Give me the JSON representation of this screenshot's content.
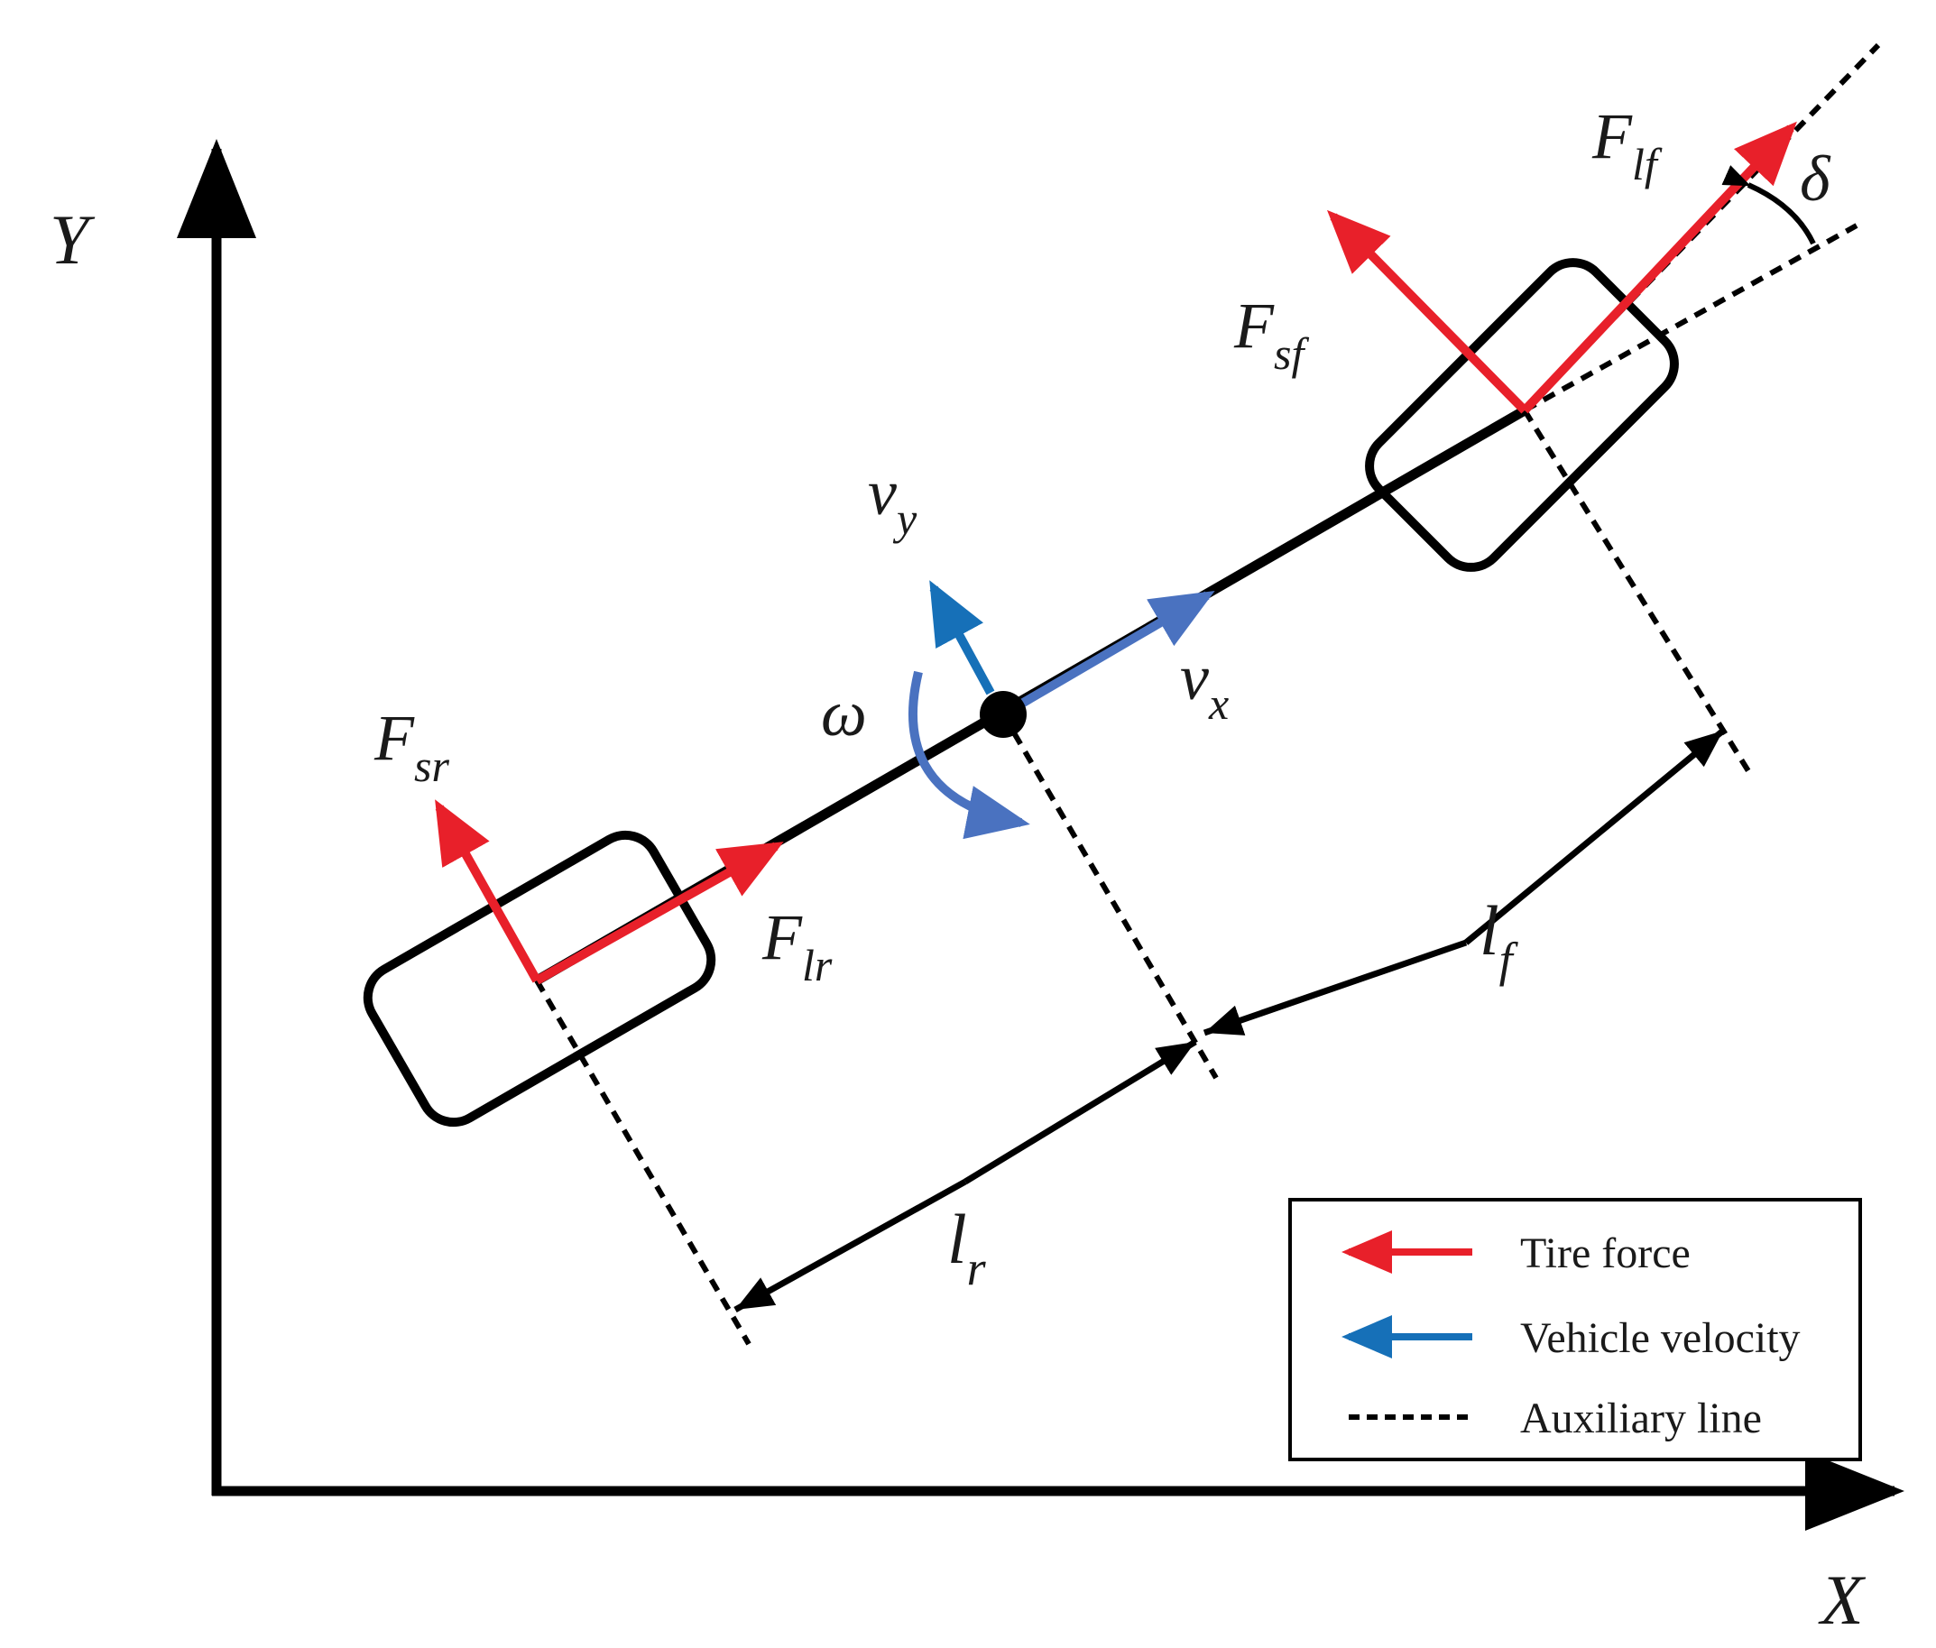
{
  "colors": {
    "tire_force": "#e8202a",
    "vehicle_velocity_arrow": "#1670b8",
    "velocity_vector": "#4a72c0",
    "outline": "#000000"
  },
  "axes": {
    "x_label": "X",
    "y_label": "Y"
  },
  "labels": {
    "F_lf": {
      "main": "F",
      "sub": "lf"
    },
    "F_sf": {
      "main": "F",
      "sub": "sf"
    },
    "F_lr": {
      "main": "F",
      "sub": "lr"
    },
    "F_sr": {
      "main": "F",
      "sub": "sr"
    },
    "v_y": {
      "main": "v",
      "sub": "y"
    },
    "v_x": {
      "main": "v",
      "sub": "x"
    },
    "omega": "ω",
    "delta": "δ",
    "l_f": {
      "main": "l",
      "sub": "f"
    },
    "l_r": {
      "main": "l",
      "sub": "r"
    }
  },
  "legend": {
    "items": [
      {
        "label": "Tire force",
        "style": "red-arrow"
      },
      {
        "label": "Vehicle velocity",
        "style": "blue-arrow"
      },
      {
        "label": "Auxiliary line",
        "style": "dashed"
      }
    ]
  }
}
